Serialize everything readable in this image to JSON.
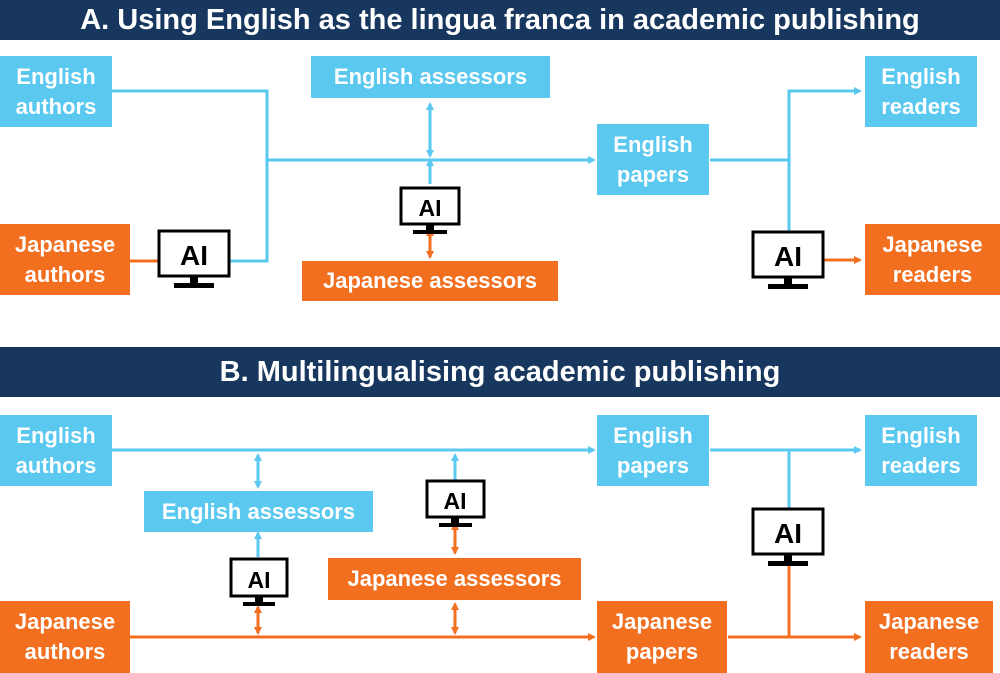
{
  "section_a": {
    "title": "A. Using English as the lingua franca in academic publishing",
    "english_authors": "English\nauthors",
    "japanese_authors": "Japanese\nauthors",
    "english_assessors": "English assessors",
    "japanese_assessors": "Japanese assessors",
    "english_papers": "English\npapers",
    "english_readers": "English\nreaders",
    "japanese_readers": "Japanese\nreaders",
    "ai_label": "AI"
  },
  "section_b": {
    "title": "B. Multilingualising academic publishing",
    "english_authors": "English\nauthors",
    "japanese_authors": "Japanese\nauthors",
    "english_assessors": "English assessors",
    "japanese_assessors": "Japanese assessors",
    "english_papers": "English\npapers",
    "japanese_papers": "Japanese\npapers",
    "english_readers": "English\nreaders",
    "japanese_readers": "Japanese\nreaders",
    "ai_label": "AI"
  },
  "colors": {
    "header_bg": "#17375e",
    "english": "#5bc8f0",
    "japanese": "#f26f20",
    "ai_icon": "#000000"
  },
  "icons": [
    "computer-monitor-icon"
  ]
}
